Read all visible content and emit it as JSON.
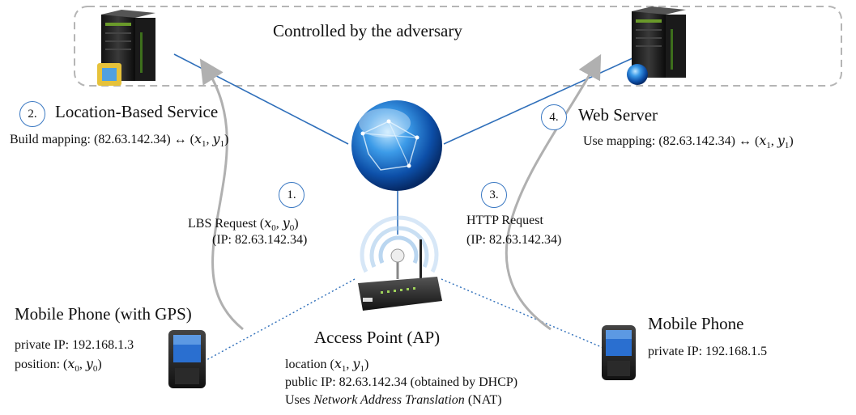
{
  "adversary_label": "Controlled by the adversary",
  "steps": {
    "one": "1.",
    "two": "2.",
    "three": "3.",
    "four": "4."
  },
  "lbs": {
    "title": "Location-Based Service",
    "mapping_prefix": "Build mapping: (82.63.142.34) ↔ ("
  },
  "web": {
    "title": "Web Server",
    "mapping_prefix": "Use mapping: (82.63.142.34) ↔ ("
  },
  "lbs_request": {
    "line1_prefix": "LBS Request (",
    "line2": "(IP: 82.63.142.34)"
  },
  "http_request": {
    "line1": "HTTP Request",
    "line2": "(IP: 82.63.142.34)"
  },
  "phone_gps": {
    "title": "Mobile Phone (with GPS)",
    "ip": "private IP: 192.168.1.3",
    "position_prefix": "position: ("
  },
  "phone": {
    "title": "Mobile Phone",
    "ip": "private IP: 192.168.1.5"
  },
  "ap": {
    "title": "Access Point (AP)",
    "location_prefix": "location (",
    "public_ip": "public IP: 82.63.142.34 (obtained by DHCP)",
    "nat_prefix": "Uses ",
    "nat_italic": "Network Address Translation",
    "nat_suffix": " (NAT)"
  },
  "math": {
    "x": "x",
    "y": "y",
    "sub0": "0",
    "sub1": "1",
    "comma": ", ",
    "close": ")"
  },
  "colors": {
    "link_blue": "#2f6fba",
    "arrow_gray": "#b0b0b0",
    "dashed_border": "#b5b5b5"
  }
}
